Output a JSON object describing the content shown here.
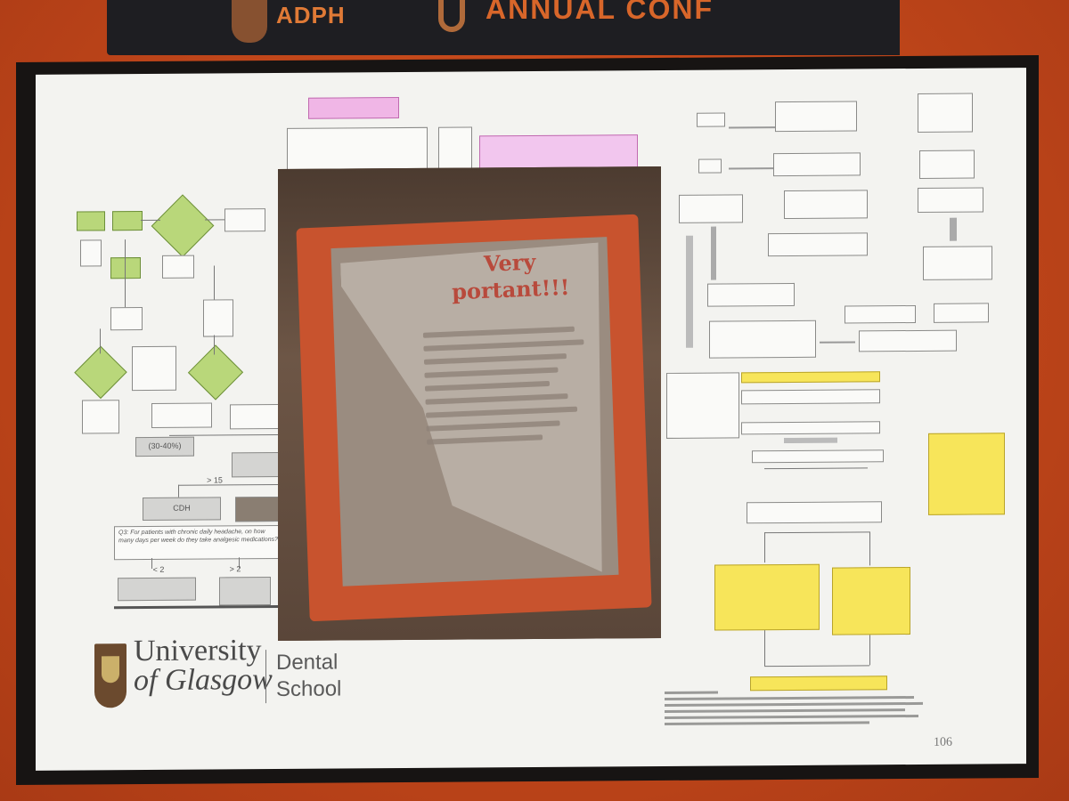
{
  "banner": {
    "logo_text": "ADPH",
    "title_text": "ANNUAL CONF"
  },
  "slide": {
    "university_line1": "University",
    "university_line2": "of Glasgow",
    "school_line1": "Dental",
    "school_line2": "School",
    "page_number": "106"
  },
  "left_flowchart": {
    "percent_label": "(30-40%)",
    "gt15_label": "> 15",
    "cdh_label": "CDH",
    "question_text": "Q3: For patients with chronic daily headache, on how many days per week do they take analgesic medications?",
    "lt2_label": "< 2",
    "gt2_label": "> 2"
  },
  "notice": {
    "title_line1": "Very",
    "title_line2": "portant!!!"
  },
  "colors": {
    "wall": "#c4481c",
    "slide": "#f3f3f0",
    "green_box": "#b9d77a",
    "yellow_box": "#f7e55a",
    "pink_box": "#f0b6e6",
    "notice_title": "#b84a3c"
  }
}
